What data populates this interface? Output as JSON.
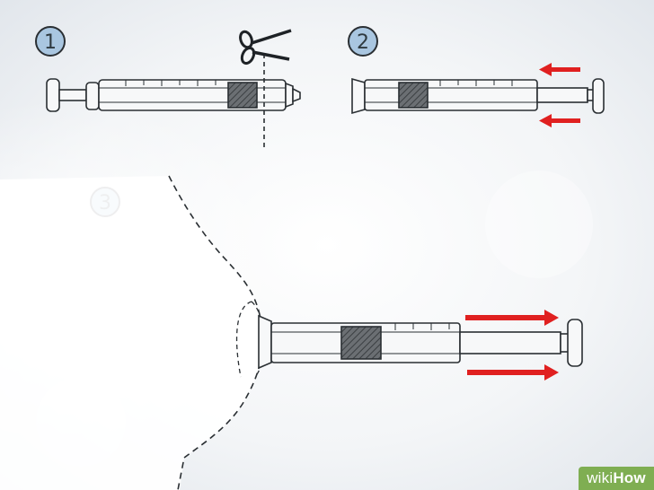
{
  "steps": [
    {
      "number": "1"
    },
    {
      "number": "2"
    },
    {
      "number": "3"
    }
  ],
  "icons": [
    "scissors-icon",
    "red-arrow-left-icon",
    "red-arrow-right-icon"
  ],
  "watermark": {
    "prefix": "wiki",
    "suffix": "How"
  },
  "colors": {
    "badge_fill": "#a9c6e0",
    "outline": "#2a2f33",
    "arrow": "#e02020",
    "rubber_stopper": "#666a6e",
    "watermark_bg": "#7fae52"
  }
}
